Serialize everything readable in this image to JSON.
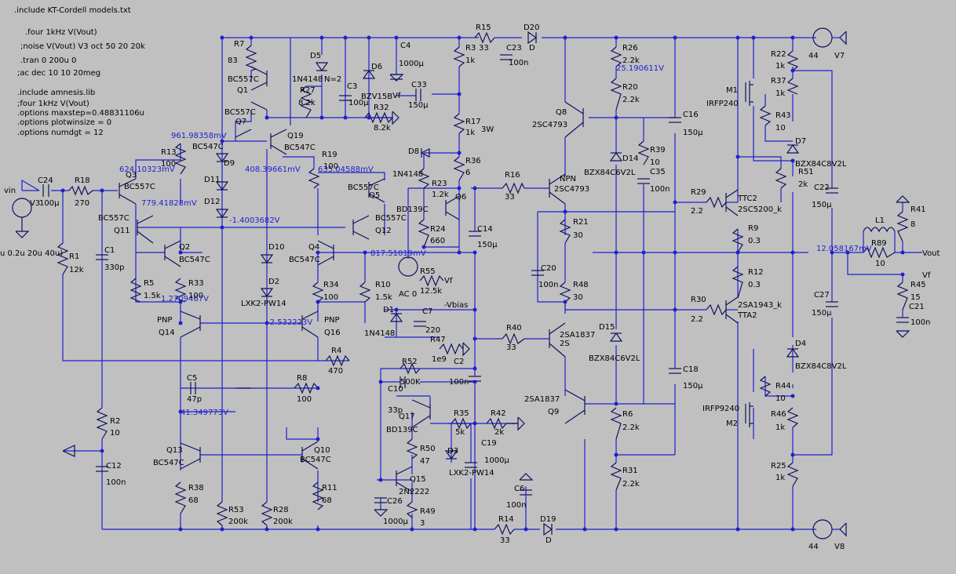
{
  "directives": [
    ".include KT-Cordell models.txt",
    ".four 1kHz V(Vout)",
    ";noise V(Vout) V3 oct 50 20 20k",
    ".tran 0 200u 0",
    ";ac dec 10 10 20meg",
    ".include amnesis.lib",
    ";four 1kHz V(Vout)",
    ".options maxstep=0.48831106u",
    ".options plotwinsize = 0",
    ".options numdgt = 12"
  ],
  "probes": [
    "961.98358mV",
    "624.10323mV",
    "779.41828mV",
    "408.39661mV",
    "635.04588mV",
    "-1.4003682V",
    "817.51019mV",
    "-2.532223V",
    "1.2709467V",
    "41.349773V",
    "25.190611V",
    "12.058167mV"
  ],
  "labels": [
    "vin",
    "V3",
    "C24",
    "100µ",
    "R18",
    "270",
    "R1",
    "12k",
    "C1",
    "330p",
    "u 0.2u 20u 40u)",
    "R2",
    "10",
    "C12",
    "100n",
    "Q3",
    "BC557C",
    "Q11",
    "BC557C",
    "Q2",
    "BC547C",
    "R5",
    "1.5k",
    "R33",
    "100",
    "R13",
    "100",
    "R7",
    "83",
    "Q1",
    "BC557C",
    "Q7",
    "BC557C",
    "BC547C",
    "Q19",
    "BC547C",
    "D5",
    "1N4148",
    "N=2",
    "R27",
    "8.2k",
    "C3",
    "100µ",
    "D6",
    "BZV15B",
    "R32",
    "8.2k",
    "C4",
    "1000µ",
    "D9",
    "D11",
    "D12",
    "D10",
    "D2",
    "LXK2-PW14",
    "R19",
    "100",
    "Q5",
    "BC557C",
    "Q12",
    "BC557C",
    "Q4",
    "BC547C",
    "R34",
    "100",
    "R10",
    "1.5k",
    "PNP",
    "Q14",
    "PNP",
    "Q16",
    "R4",
    "470",
    "C5",
    "47p",
    "R8",
    "100",
    "Q13",
    "BC547C",
    "Q10",
    "BC547C",
    "R38",
    "68",
    "R11",
    "68",
    "R53",
    "200k",
    "R28",
    "200k",
    "R3",
    "1k",
    "R15",
    "33",
    "D20",
    "D",
    "C23",
    "100n",
    "C33",
    "150µ",
    "R17",
    "1k",
    "3W",
    "D8",
    "1N4148",
    "R36",
    "6",
    "R23",
    "1.2k",
    "BD139C",
    "Q6",
    "R24",
    "660",
    "C14",
    "150µ",
    "R55",
    "12.5k",
    "AC 0",
    "D1",
    "1N4148",
    "C7",
    "220",
    "R47",
    "1e9",
    "-Vbias",
    "R52",
    "500K",
    "C2",
    "100n",
    "C10",
    "33p",
    "Q17",
    "BD139C",
    "R35",
    "5k",
    "R42",
    "2k",
    "R50",
    "47",
    "D3",
    "LXK2-PW14",
    "C19",
    "1000µ",
    "Q15",
    "2N2222",
    "C26",
    "1000µ",
    "R49",
    "3",
    "C6",
    "100n",
    "R14",
    "33",
    "D19",
    "D",
    "Q8",
    "2SC4793",
    "R16",
    "33",
    "NPN",
    "2SC4793",
    "R26",
    "2.2k",
    "R20",
    "2.2k",
    "D14",
    "BZX84C6V2L",
    "R39",
    "10",
    "C35",
    "100n",
    "C16",
    "150µ",
    "R21",
    "30",
    "C20",
    "100n",
    "R48",
    "30",
    "R40",
    "33",
    "2SA1837",
    "2S",
    "D15",
    "BZX84C6V2L",
    "2SA1837",
    "Q9",
    "R6",
    "2.2k",
    "R31",
    "2.2k",
    "C18",
    "150µ",
    "M1",
    "IRFP240",
    "R43",
    "10",
    "R22",
    "1k",
    "R37",
    "1k",
    "D7",
    "BZX84C8V2L",
    "R51",
    "2k",
    "R29",
    "2.2",
    "TTC2",
    "2SC5200_k",
    "R9",
    "0.3",
    "R12",
    "0.3",
    "R30",
    "2.2",
    "2SA1943_k",
    "TTA2",
    "D4",
    "BZX84C8V2L",
    "R44",
    "10",
    "IRFP9240",
    "M2",
    "R46",
    "1k",
    "R25",
    "1k",
    "C22",
    "150µ",
    "C27",
    "150µ",
    "L1",
    "R89",
    "10",
    "R41",
    "8",
    "R45",
    "15",
    "C21",
    "100n",
    "Vout",
    "Vf",
    "Vf",
    "Vf",
    "V7",
    "44",
    "V8",
    "44",
    "Vf",
    "Vf"
  ],
  "colors": {
    "wire": "#1f1fd0",
    "component": "#101060",
    "background": "#c0c0c0",
    "probe": "#1f1fd0"
  }
}
